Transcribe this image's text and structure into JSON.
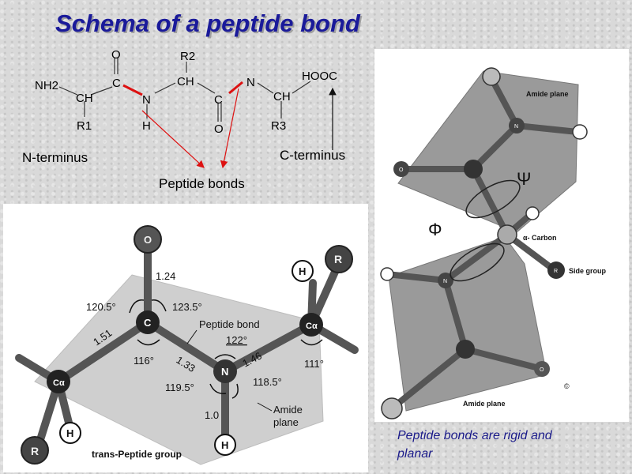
{
  "slide": {
    "title": "Schema of a peptide bond",
    "caption_line1": "Peptide bonds are rigid and",
    "caption_line2": "planar"
  },
  "schema": {
    "atoms": [
      "NH2",
      "CH",
      "R1",
      "C",
      "O",
      "N",
      "H",
      "CH",
      "R2",
      "C",
      "O",
      "N",
      "CH",
      "R3",
      "HOOC"
    ],
    "labels": {
      "n_terminus": "N-terminus",
      "c_terminus": "C-terminus",
      "peptide_bonds": "Peptide bonds"
    },
    "colors": {
      "bond_highlight": "#dd1111",
      "arrow": "#dd1111"
    }
  },
  "trans_peptide": {
    "atoms": [
      "O",
      "C",
      "N",
      "H",
      "Cα",
      "Cα",
      "H",
      "R",
      "H",
      "R"
    ],
    "lengths": [
      "1.24",
      "1.51",
      "1.33",
      "1.46",
      "1.0"
    ],
    "angles": [
      "120.5°",
      "123.5°",
      "122°",
      "116°",
      "111°",
      "119.5°",
      "118.5°"
    ],
    "labels": {
      "peptide_bond": "Peptide bond",
      "amide_plane_1": "Amide",
      "amide_plane_2": "plane",
      "group": "trans-Peptide group"
    }
  },
  "backbone": {
    "amide_plane_top": "Amide plane",
    "amide_plane_bottom": "Amide plane",
    "psi": "Ψ",
    "phi": "Φ",
    "alpha_carbon": "α- Carbon",
    "side_group": "Side group",
    "atom_o": "O",
    "atom_n": "N",
    "atom_r": "R",
    "copyright": "©"
  }
}
